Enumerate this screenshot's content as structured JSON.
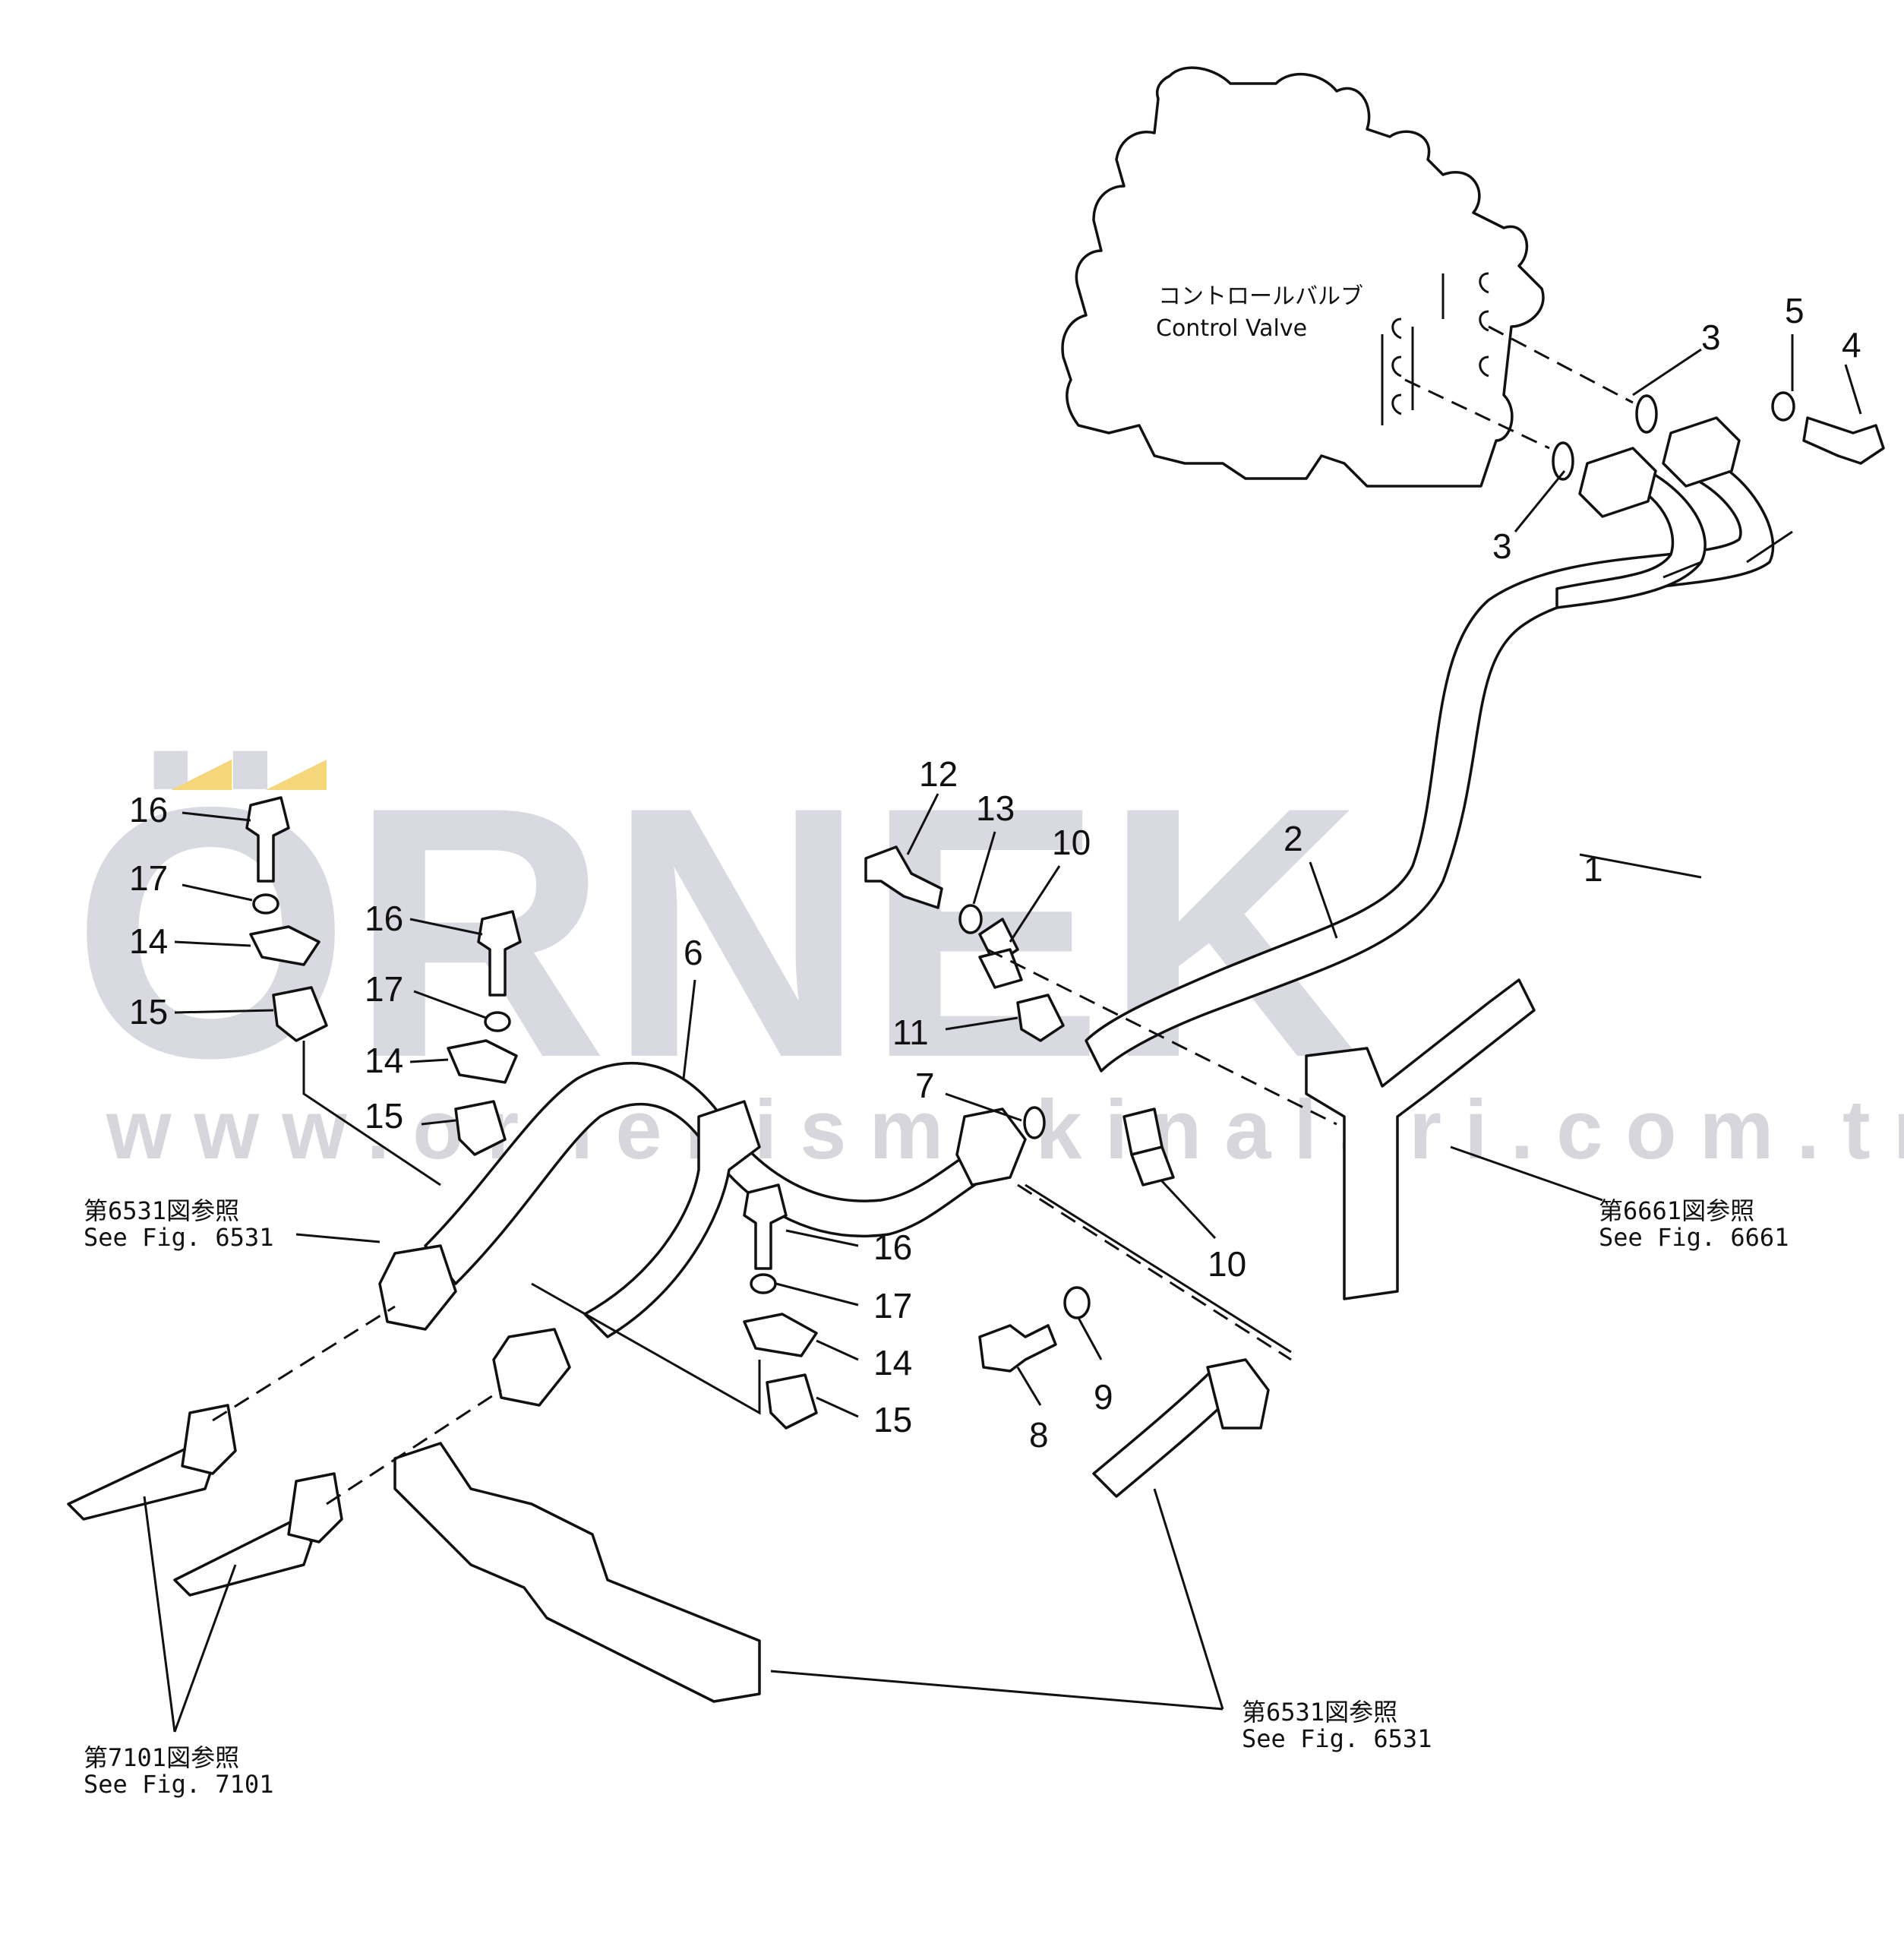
{
  "watermark": {
    "brand": "ÖRNEK",
    "url": "www.ornekismakinalari.com.tr",
    "accent": "#f5d77a",
    "color": "#d9d9e2"
  },
  "control_valve": {
    "jp": "コントロールバルブ",
    "en": "Control Valve"
  },
  "part_numbers": [
    "1",
    "2",
    "3",
    "3",
    "4",
    "5",
    "6",
    "7",
    "8",
    "9",
    "10",
    "10",
    "11",
    "12",
    "13",
    "14",
    "14",
    "14",
    "15",
    "15",
    "15",
    "16",
    "16",
    "16",
    "17",
    "17",
    "17"
  ],
  "references": {
    "left_6531": {
      "jp": "第6531図参照",
      "en": "See  Fig.  6531"
    },
    "right_6661": {
      "jp": "第6661図参照",
      "en": "See  Fig.  6661"
    },
    "bottom_7101": {
      "jp": "第7101図参照",
      "en": "See  Fig.  7101"
    },
    "bottom_6531": {
      "jp": "第6531図参照",
      "en": "See  Fig.  6531"
    }
  }
}
